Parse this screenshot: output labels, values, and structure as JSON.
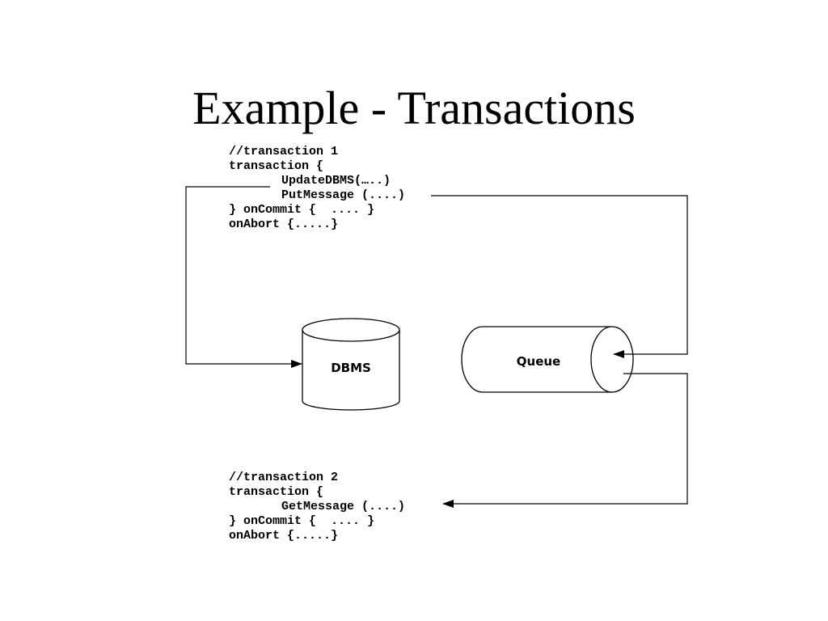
{
  "slide": {
    "title": "Example - Transactions"
  },
  "transaction1": {
    "lines": [
      "//transaction 1",
      "transaction {",
      "UpdateDBMS(…..)",
      "PutMessage (....)",
      "} onCommit {  .... }",
      "onAbort {.....}"
    ]
  },
  "transaction2": {
    "lines": [
      "//transaction 2",
      "transaction {",
      "GetMessage (....)",
      "} onCommit {  .... }",
      "onAbort {.....}"
    ]
  },
  "diagram": {
    "dbms_label": "DBMS",
    "queue_label": "Queue",
    "line_color": "#000000"
  }
}
